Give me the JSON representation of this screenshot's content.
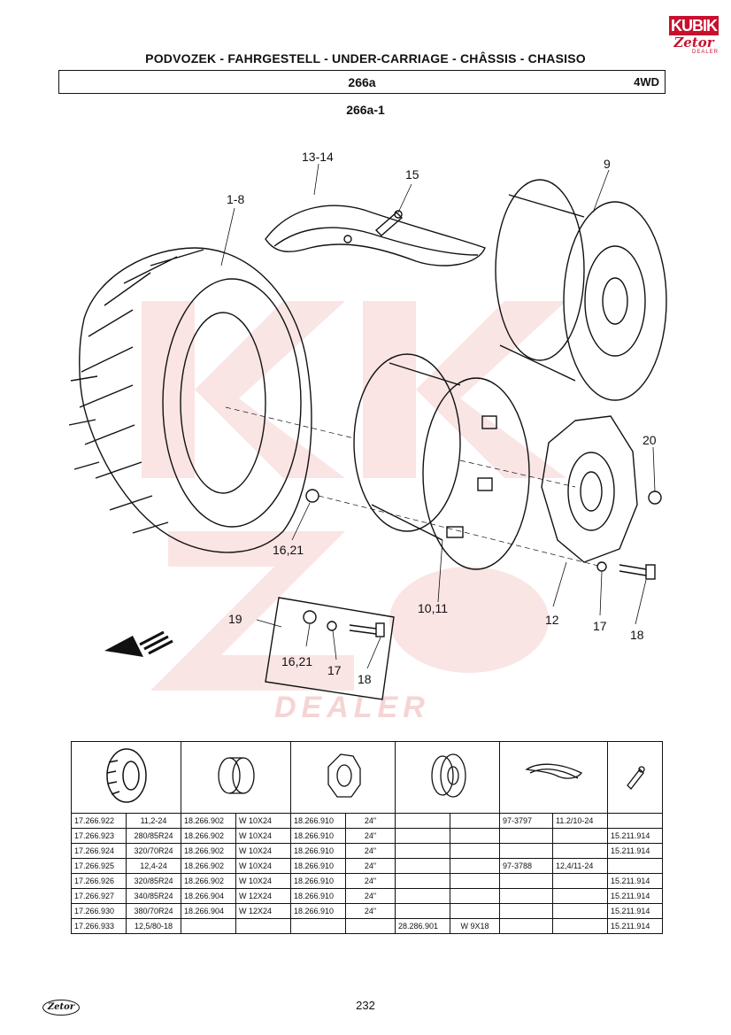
{
  "header": {
    "logo_top": "KUBIK",
    "logo_brand": "Zetor",
    "logo_dealer": "DEALER",
    "title": "PODVOZEK - FAHRGESTELL - UNDER-CARRIAGE - CHÂSSIS - CHASISO",
    "section_code": "266a",
    "variant": "4WD",
    "subsection": "266a-1"
  },
  "diagram": {
    "callouts": {
      "c1_8": "1-8",
      "c13_14": "13-14",
      "c15": "15",
      "c9": "9",
      "c20": "20",
      "c16_21_a": "16,21",
      "c10_11": "10,11",
      "c12": "12",
      "c17_a": "17",
      "c18_a": "18",
      "c19": "19",
      "c16_21_b": "16,21",
      "c17_b": "17",
      "c18_b": "18"
    },
    "watermark_text": "DEALER"
  },
  "table": {
    "rows": [
      [
        "17.266.922",
        "11,2-24",
        "18.266.902",
        "W 10X24",
        "18.266.910",
        "24\"",
        "",
        "",
        "97-3797",
        "11.2/10-24",
        ""
      ],
      [
        "17.266.923",
        "280/85R24",
        "18.266.902",
        "W 10X24",
        "18.266.910",
        "24\"",
        "",
        "",
        "",
        "",
        "15.211.914"
      ],
      [
        "17.266.924",
        "320/70R24",
        "18.266.902",
        "W 10X24",
        "18.266.910",
        "24\"",
        "",
        "",
        "",
        "",
        "15.211.914"
      ],
      [
        "17.266.925",
        "12,4-24",
        "18.266.902",
        "W 10X24",
        "18.266.910",
        "24\"",
        "",
        "",
        "97-3788",
        "12,4/11-24",
        ""
      ],
      [
        "17.266.926",
        "320/85R24",
        "18.266.902",
        "W 10X24",
        "18.266.910",
        "24\"",
        "",
        "",
        "",
        "",
        "15.211.914"
      ],
      [
        "17.266.927",
        "340/85R24",
        "18.266.904",
        "W 12X24",
        "18.266.910",
        "24\"",
        "",
        "",
        "",
        "",
        "15.211.914"
      ],
      [
        "17.266.930",
        "380/70R24",
        "18.266.904",
        "W 12X24",
        "18.266.910",
        "24\"",
        "",
        "",
        "",
        "",
        "15.211.914"
      ],
      [
        "17.266.933",
        "12,5/80-18",
        "",
        "",
        "",
        "",
        "28.286.901",
        "W 9X18",
        "",
        "",
        "15.211.914"
      ]
    ]
  },
  "footer": {
    "logo": "Zetor",
    "page_number": "232"
  }
}
